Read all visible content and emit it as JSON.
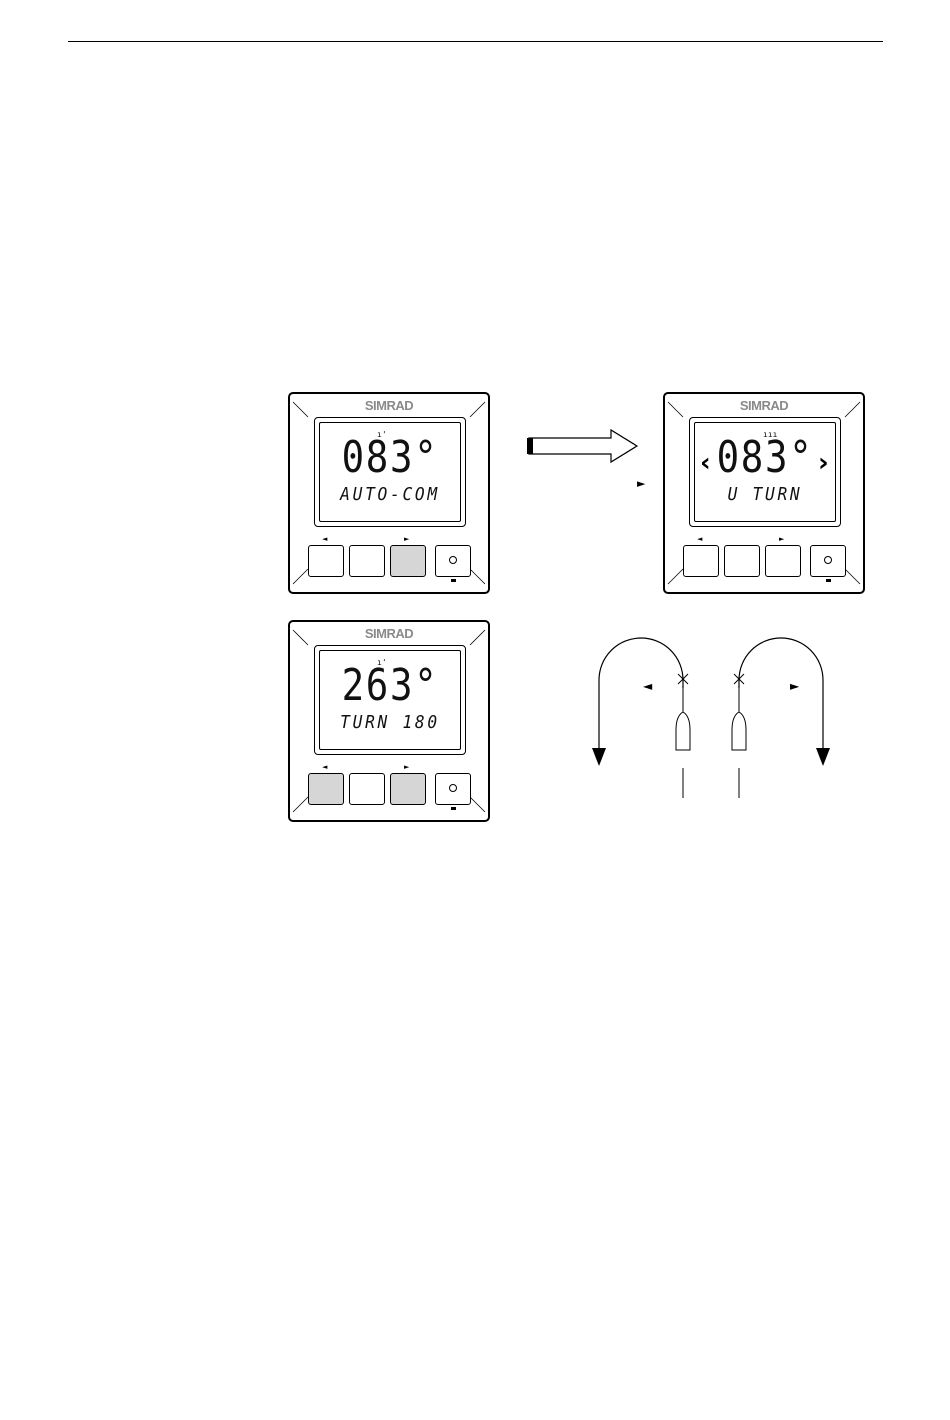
{
  "panels": [
    {
      "brand": "SIMRAD",
      "heading": "083°",
      "mode": "AUTO-COM",
      "left_arrow": "◄",
      "right_arrow": "►"
    },
    {
      "brand": "SIMRAD",
      "heading": "083°",
      "mode": "U TURN",
      "bracket_left": "‹",
      "bracket_right": "›",
      "left_arrow": "◄",
      "right_arrow": "►"
    },
    {
      "brand": "SIMRAD",
      "heading": "263°",
      "mode": "TURN 180",
      "left_arrow": "◄",
      "right_arrow": "►"
    }
  ],
  "indicator_arrow": "►",
  "diagram": {
    "left_arrow": "◄",
    "right_arrow": "►"
  }
}
